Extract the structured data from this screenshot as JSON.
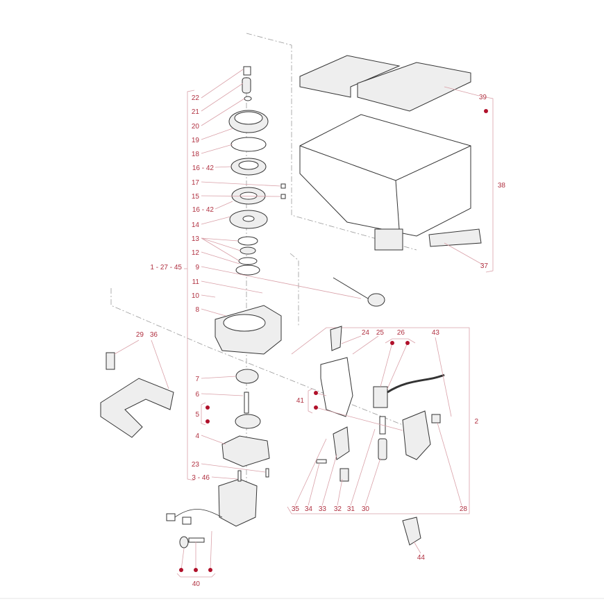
{
  "diagram": {
    "title": "Grinder exploded parts view",
    "accent_color": "#b03040",
    "labels": {
      "p22": "22",
      "p21": "21",
      "p20": "20",
      "p19": "19",
      "p18": "18",
      "p16a": "16 - 42",
      "p17": "17",
      "p15": "15",
      "p16b": "16 - 42",
      "p14": "14",
      "p13": "13",
      "p12": "12",
      "p9": "9",
      "p1": "1 - 27 - 45",
      "p11": "11",
      "p10": "10",
      "p8": "8",
      "p29": "29",
      "p36": "36",
      "p7": "7",
      "p6": "6",
      "p5": "5",
      "p4": "4",
      "p23": "23",
      "p3": "3 - 46",
      "p40": "40",
      "p24": "24",
      "p25": "25",
      "p26": "26",
      "p43": "43",
      "p41": "41",
      "p2": "2",
      "p35": "35",
      "p34": "34",
      "p33": "33",
      "p32": "32",
      "p31": "31",
      "p30": "30",
      "p28": "28",
      "p44": "44",
      "p38": "38",
      "p39": "39",
      "p37": "37"
    }
  }
}
